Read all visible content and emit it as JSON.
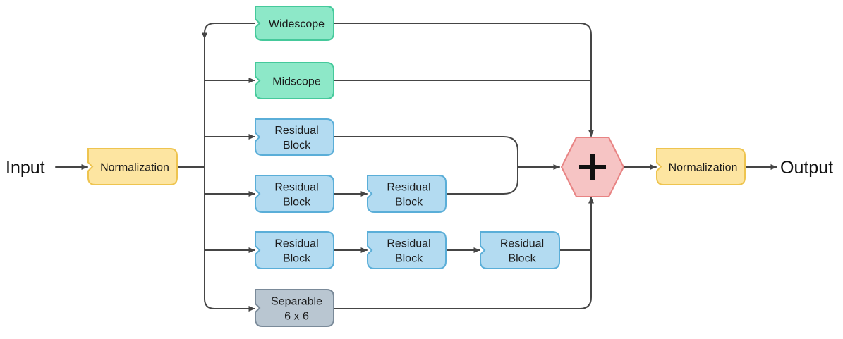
{
  "io": {
    "input_label": "Input",
    "output_label": "Output"
  },
  "blocks": {
    "norm_in": [
      "Normalization"
    ],
    "widescope": [
      "Widescope"
    ],
    "midscope": [
      "Midscope"
    ],
    "res_a1": [
      "Residual",
      "Block"
    ],
    "res_b1": [
      "Residual",
      "Block"
    ],
    "res_b2": [
      "Residual",
      "Block"
    ],
    "res_c1": [
      "Residual",
      "Block"
    ],
    "res_c2": [
      "Residual",
      "Block"
    ],
    "res_c3": [
      "Residual",
      "Block"
    ],
    "separable": [
      "Separable",
      "6 x 6"
    ],
    "norm_out": [
      "Normalization"
    ]
  },
  "colors": {
    "normalization_fill": "#fde5a1",
    "normalization_stroke": "#eec44f",
    "scope_fill": "#8de8c8",
    "scope_stroke": "#45c99b",
    "residual_fill": "#b3dbf1",
    "residual_stroke": "#5aaed8",
    "separable_fill": "#b9c6d1",
    "separable_stroke": "#7a8a99",
    "sum_fill": "#f6c4c4",
    "sum_stroke": "#e88383",
    "sum_symbol": "#111111",
    "edge": "#454545"
  },
  "sum_node": {
    "icon": "plus-icon"
  }
}
